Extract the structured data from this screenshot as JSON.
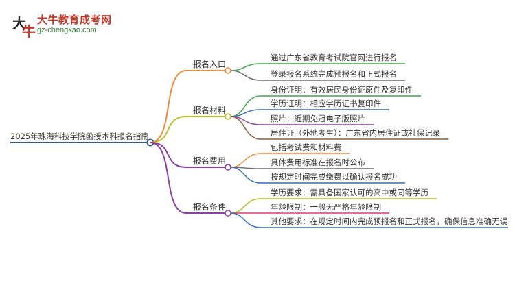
{
  "logo": {
    "title": "大牛教育成考网",
    "url": "gz-chengkao.com",
    "mark_char_1": "大",
    "mark_char_2": "牛"
  },
  "colors": {
    "root": "#2e5a9c",
    "text": "#333333",
    "branches": [
      "#f0893b",
      "#b8c22a",
      "#8e3fa3",
      "#8e3fa3"
    ]
  },
  "root": {
    "label": "2025年珠海科技学院函授本科报名指南"
  },
  "branches": [
    {
      "label": "报名入口",
      "color": "#f0893b",
      "children": [
        {
          "label": "通过广东省教育考试院官网进行报名",
          "color": "#39a844"
        },
        {
          "label": "登录报名系统完成预报名和正式报名",
          "color": "#6b6b6b"
        }
      ]
    },
    {
      "label": "报名材料",
      "color": "#b8c22a",
      "children": [
        {
          "label": "身份证明：有效居民身份证原件及复印件",
          "color": "#39a844"
        },
        {
          "label": "学历证明：相应学历证书复印件",
          "color": "#2f6fb7"
        },
        {
          "label": "照片：近期免冠电子版照片",
          "color": "#8e3fa3"
        },
        {
          "label": "居住证（外地考生）：广东省内居住证或社保记录",
          "color": "#8a5a3c"
        }
      ]
    },
    {
      "label": "报名费用",
      "color": "#8e3fa3",
      "children": [
        {
          "label": "包括考试费和材料费",
          "color": "#f0893b"
        },
        {
          "label": "具体费用标准在报名时公布",
          "color": "#6b6b6b"
        },
        {
          "label": "按规定时间完成缴费以确认报名成功",
          "color": "#2f6fb7"
        }
      ]
    },
    {
      "label": "报名条件",
      "color": "#8e3fa3",
      "children": [
        {
          "label": "学历要求：需具备国家认可的高中或同等学历",
          "color": "#b8c22a"
        },
        {
          "label": "年龄限制：一般无严格年龄限制",
          "color": "#e23c6f"
        },
        {
          "label": "其他要求：在规定时间内完成预报名和正式报名，确保信息准确无误",
          "color": "#2f6fb7"
        }
      ]
    }
  ]
}
